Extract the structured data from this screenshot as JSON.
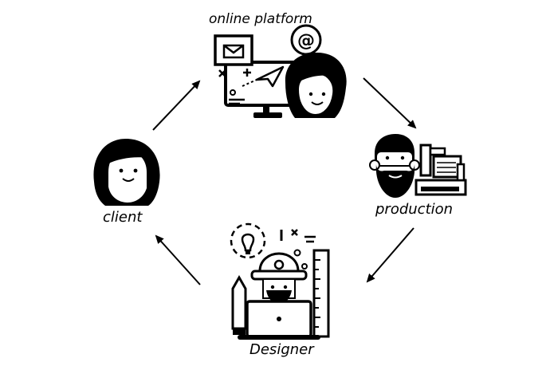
{
  "nodes": {
    "platform": {
      "label": "online platform",
      "icon": "computer-with-woman-icon"
    },
    "client": {
      "label": "client",
      "icon": "woman-avatar-icon"
    },
    "production": {
      "label": "production",
      "icon": "bearded-man-machine-icon"
    },
    "designer": {
      "label": "Designer",
      "icon": "designer-at-desk-icon"
    }
  },
  "edges": [
    {
      "from": "client",
      "to": "platform"
    },
    {
      "from": "platform",
      "to": "production"
    },
    {
      "from": "production",
      "to": "designer"
    },
    {
      "from": "designer",
      "to": "client"
    }
  ],
  "colors": {
    "ink": "#000000",
    "background": "#ffffff"
  }
}
